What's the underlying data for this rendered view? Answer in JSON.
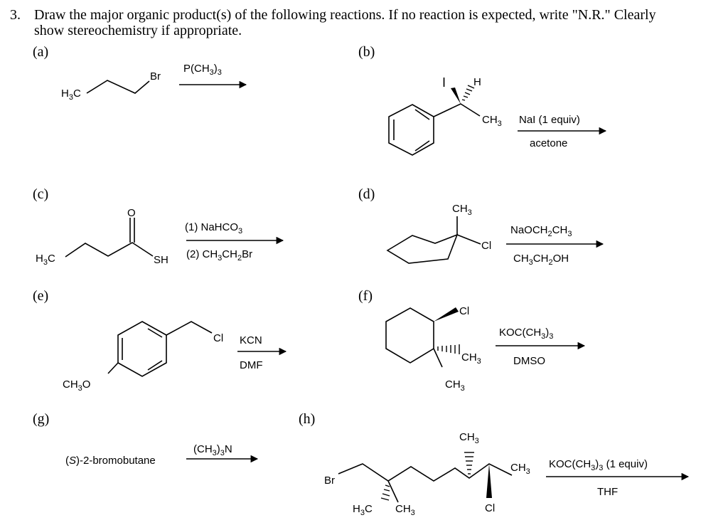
{
  "question": {
    "number": "3.",
    "text_line1": "Draw the major organic product(s) of the following reactions.  If no reaction is expected, write \"N.R.\"  Clearly",
    "text_line2": "show stereochemistry if appropriate."
  },
  "parts": {
    "a": {
      "label": "(a)",
      "reagent_above": "P(CH3)3"
    },
    "b": {
      "label": "(b)",
      "reagent_above": "NaI (1 equiv)",
      "reagent_below": "acetone"
    },
    "c": {
      "label": "(c)",
      "reagent_above": "(1) NaHCO3",
      "reagent_below": "(2) CH3CH2Br"
    },
    "d": {
      "label": "(d)",
      "reagent_above": "NaOCH2CH3",
      "reagent_below": "CH3CH2OH"
    },
    "e": {
      "label": "(e)",
      "reagent_above": "KCN",
      "reagent_below": "DMF"
    },
    "f": {
      "label": "(f)",
      "reagent_above": "KOC(CH3)3",
      "reagent_below": "DMSO"
    },
    "g": {
      "label": "(g)",
      "substrate_name": "(S)-2-bromobutane",
      "reagent_above": "(CH3)3N"
    },
    "h": {
      "label": "(h)",
      "reagent_above": "KOC(CH3)3 (1 equiv)",
      "reagent_below": "THF"
    }
  }
}
